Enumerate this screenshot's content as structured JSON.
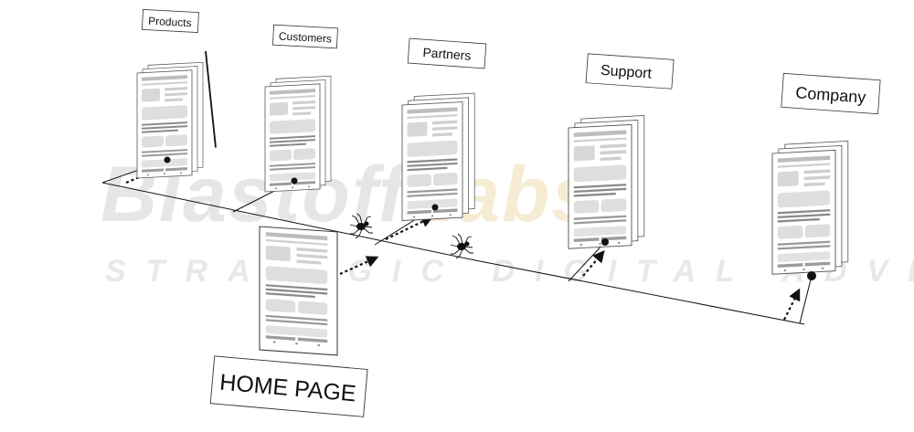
{
  "watermark": {
    "brand_part1": "Blastoff",
    "brand_part2": "Labs",
    "tagline": "STRATEGIC DIGITAL ADVERTISING",
    "color_gray": "#e4e4e4",
    "color_accent": "#f6ecd4"
  },
  "diagram": {
    "home_label": "HOME PAGE",
    "sections": [
      {
        "id": "products",
        "label": "Products"
      },
      {
        "id": "customers",
        "label": "Customers"
      },
      {
        "id": "partners",
        "label": "Partners"
      },
      {
        "id": "support",
        "label": "Support"
      },
      {
        "id": "company",
        "label": "Company"
      }
    ],
    "icons": [
      "spider-icon",
      "spider-icon"
    ],
    "line_color": "#111111",
    "page_fill": "#ffffff",
    "page_shade": "#d8d8d8"
  }
}
